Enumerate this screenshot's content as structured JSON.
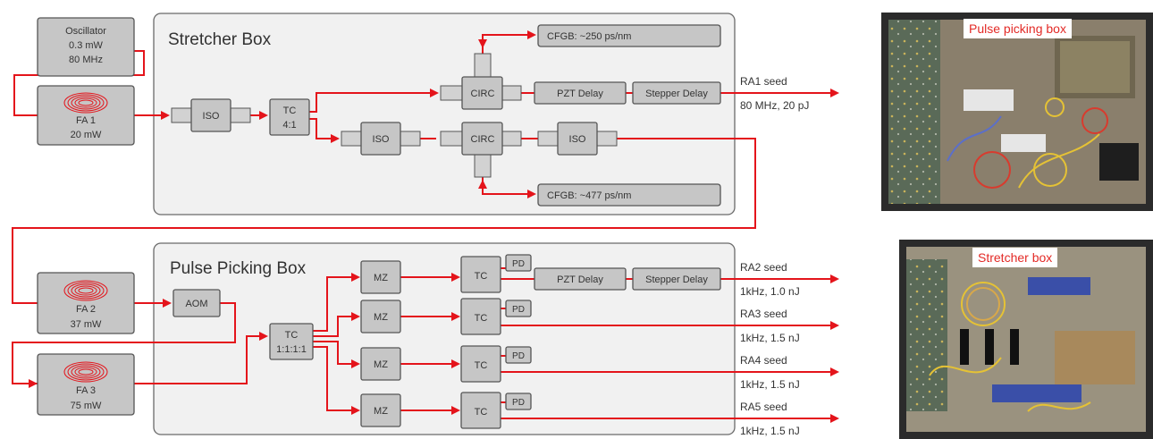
{
  "sources": {
    "oscillator": {
      "name": "Oscillator",
      "power": "0.3 mW",
      "rate": "80 MHz"
    },
    "fa1": {
      "name": "FA 1",
      "power": "20 mW"
    },
    "fa2": {
      "name": "FA 2",
      "power": "37 mW"
    },
    "fa3": {
      "name": "FA 3",
      "power": "75 mW"
    }
  },
  "stretcher": {
    "title": "Stretcher Box",
    "iso": "ISO",
    "tc_name": "TC",
    "tc_ratio": "4:1",
    "circ": "CIRC",
    "cfgb1": "CFGB: ~250 ps/nm",
    "cfgb2": "CFGB: ~477 ps/nm",
    "pzt": "PZT Delay",
    "stepper": "Stepper Delay"
  },
  "picking": {
    "title": "Pulse Picking Box",
    "aom": "AOM",
    "tc_name": "TC",
    "tc_ratio": "1:1:1:1",
    "mz": "MZ",
    "tc": "TC",
    "pd": "PD",
    "pzt": "PZT Delay",
    "stepper": "Stepper Delay"
  },
  "outputs": [
    {
      "name": "RA1 seed",
      "spec": "80 MHz, 20 pJ"
    },
    {
      "name": "RA2 seed",
      "spec": "1kHz, 1.0 nJ"
    },
    {
      "name": "RA3 seed",
      "spec": "1kHz, 1.5 nJ"
    },
    {
      "name": "RA4 seed",
      "spec": "1kHz, 1.5 nJ"
    },
    {
      "name": "RA5 seed",
      "spec": "1kHz, 1.5 nJ"
    }
  ],
  "photos": {
    "top_label": "Pulse picking box",
    "bottom_label": "Stretcher box"
  },
  "colors": {
    "fiber": "#e4141b",
    "block": "#c6c6c6",
    "panel": "#f1f1f1"
  }
}
